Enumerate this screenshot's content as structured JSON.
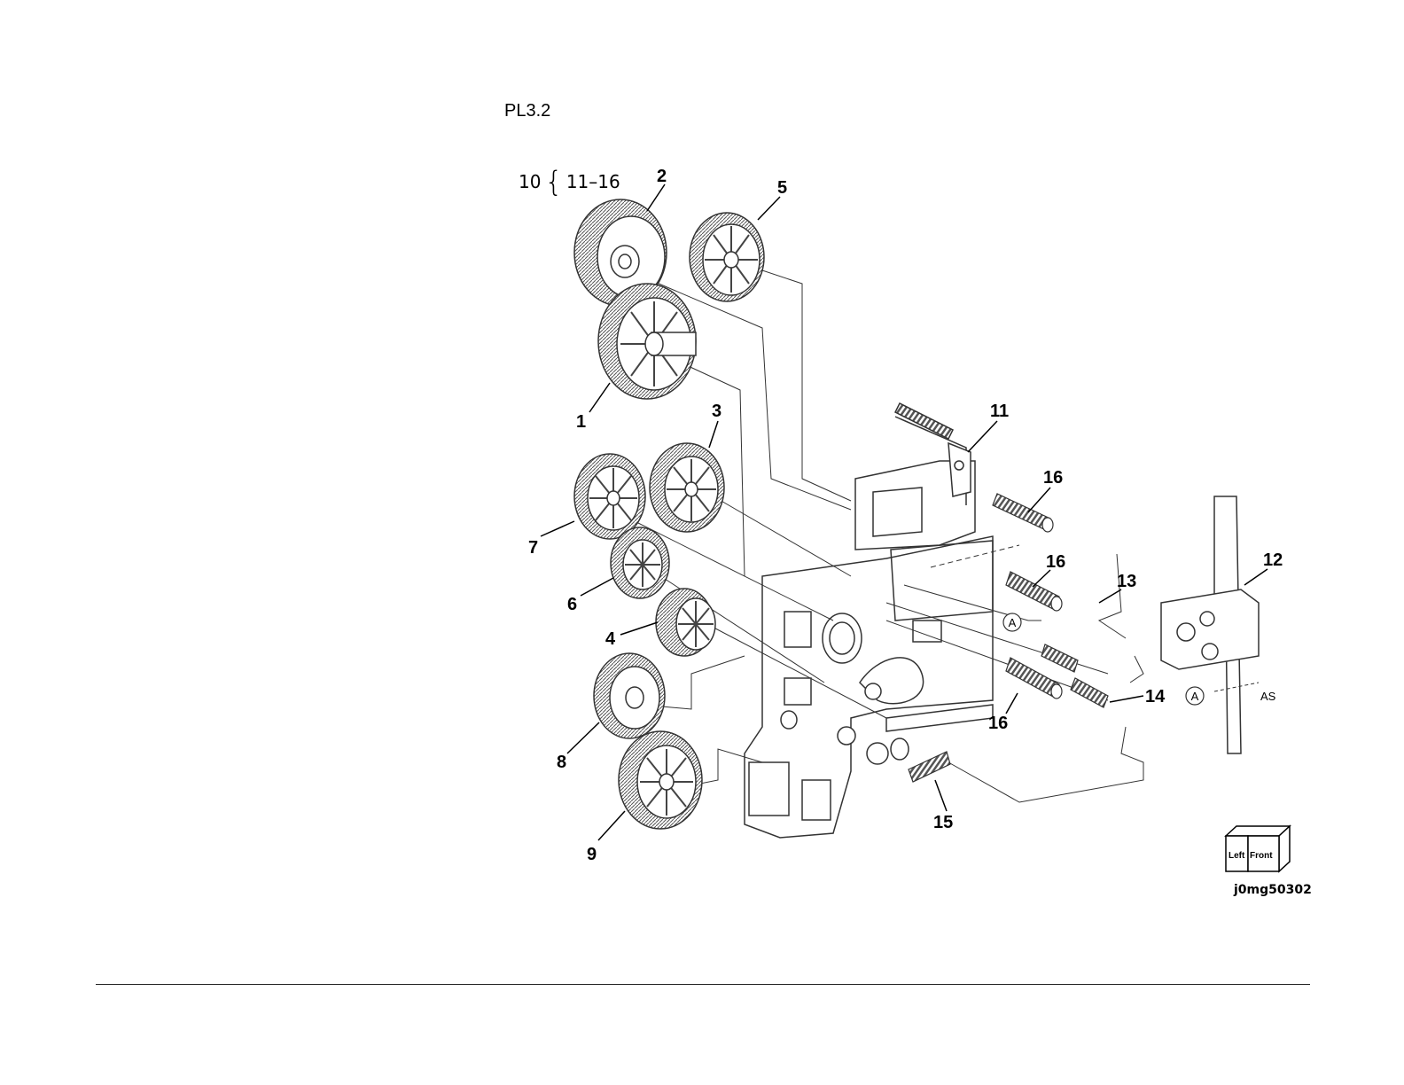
{
  "plate": {
    "title": "PL3.2",
    "kit_parent": "10",
    "kit_children": "11–16",
    "figure_id": "j0mg50302"
  },
  "callouts": [
    "1",
    "2",
    "3",
    "4",
    "5",
    "6",
    "7",
    "8",
    "9",
    "11",
    "12",
    "13",
    "14",
    "15",
    "16",
    "16",
    "16"
  ],
  "reference_marks": {
    "circle_a": "A",
    "as_label": "AS"
  },
  "orientation_cube": {
    "left": "Left",
    "front": "Front"
  }
}
